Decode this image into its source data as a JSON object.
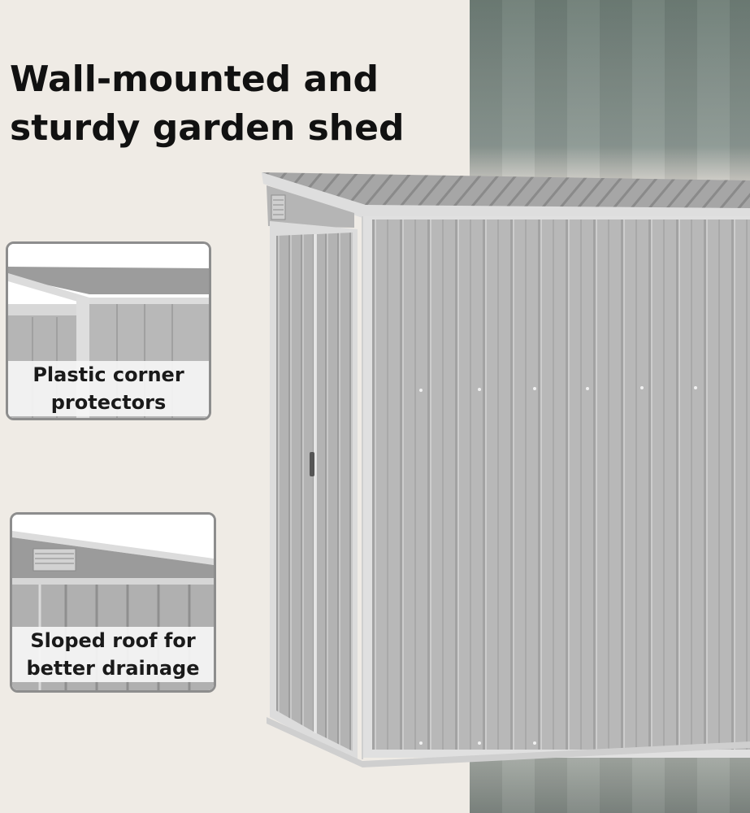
{
  "headline": {
    "line1": "Wall-mounted and",
    "line2": "sturdy garden shed"
  },
  "features": [
    {
      "line1": "Plastic corner",
      "line2": "protectors"
    },
    {
      "line1": "Sloped roof for",
      "line2": "better drainage"
    }
  ],
  "colors": {
    "background": "#efebe5",
    "shed_panel": "#b9b9b9",
    "shed_frame": "#dcdcdc",
    "text": "#111111"
  }
}
